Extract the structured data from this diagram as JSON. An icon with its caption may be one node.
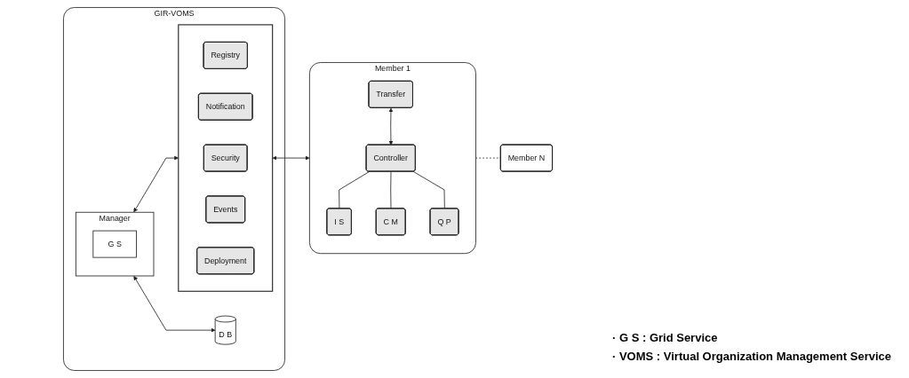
{
  "diagram": {
    "nodes": [
      {
        "text": [
          "GIR-VOMS"
        ]
      },
      {
        "text": [
          "Manager"
        ],
        "in": 0
      },
      {
        "text": [
          "G S"
        ],
        "in": 1
      },
      {
        "text": [
          "D B"
        ],
        "in": 0
      },
      {
        "text": [],
        "shape": "box",
        "in": 0
      },
      {
        "text": [
          "Registry"
        ],
        "in": 4
      },
      {
        "text": [
          "Notification"
        ],
        "in": 4
      },
      {
        "text": [
          "Security"
        ],
        "in": 4
      },
      {
        "text": [
          "Events"
        ],
        "in": 4
      },
      {
        "text": [
          "Deployment"
        ],
        "in": 4
      },
      {
        "text": [
          "Member 1"
        ]
      },
      {
        "text": [
          "Transfer"
        ],
        "in": 10
      },
      {
        "text": [
          "Controller"
        ],
        "in": 10
      },
      {
        "text": [
          "I S"
        ],
        "in": 10
      },
      {
        "text": [
          "C M"
        ],
        "in": 10
      },
      {
        "text": [
          "Q P"
        ],
        "in": 10
      },
      {
        "text": [
          "Member N"
        ]
      }
    ],
    "edges": [
      {
        "from": 1,
        "to": 4,
        "arrow": "both"
      },
      {
        "from": 1,
        "to": 3,
        "arrow": "both"
      },
      {
        "from": 4,
        "to": 10,
        "arrow": "both"
      },
      {
        "from": 11,
        "to": 12,
        "arrow": "both"
      },
      {
        "from": 12,
        "to": 13,
        "arrow": "none"
      },
      {
        "from": 12,
        "to": 14,
        "arrow": "none"
      },
      {
        "from": 12,
        "to": 15,
        "arrow": "none"
      },
      {
        "from": 10,
        "to": 16,
        "arrow": "none",
        "style": "dashed"
      }
    ],
    "labels": [
      "· G S : Grid Service",
      "· VOMS : Virtual Organization Management Service"
    ]
  }
}
